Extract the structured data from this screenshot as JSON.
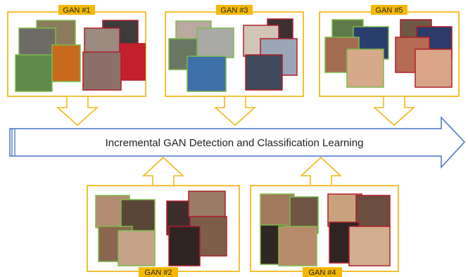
{
  "banner": {
    "text": "Incremental GAN Detection and Classification Learning"
  },
  "panels": [
    {
      "label": "GAN #1",
      "left_theme": "scenes",
      "right_theme": "scenes"
    },
    {
      "label": "GAN #3",
      "left_theme": "interiors-churches",
      "right_theme": "interiors-churches"
    },
    {
      "label": "GAN #5",
      "left_theme": "faces",
      "right_theme": "faces"
    },
    {
      "label": "GAN #2",
      "left_theme": "faces",
      "right_theme": "faces"
    },
    {
      "label": "GAN #4",
      "left_theme": "faces",
      "right_theme": "faces"
    }
  ],
  "legend": {
    "real_border_color": "#7dbb4a",
    "fake_border_color": "#b01e2a"
  },
  "colors": {
    "panel_border": "#f3b81b",
    "label_bg": "#f5b800",
    "arrow_border": "#4472c4"
  }
}
